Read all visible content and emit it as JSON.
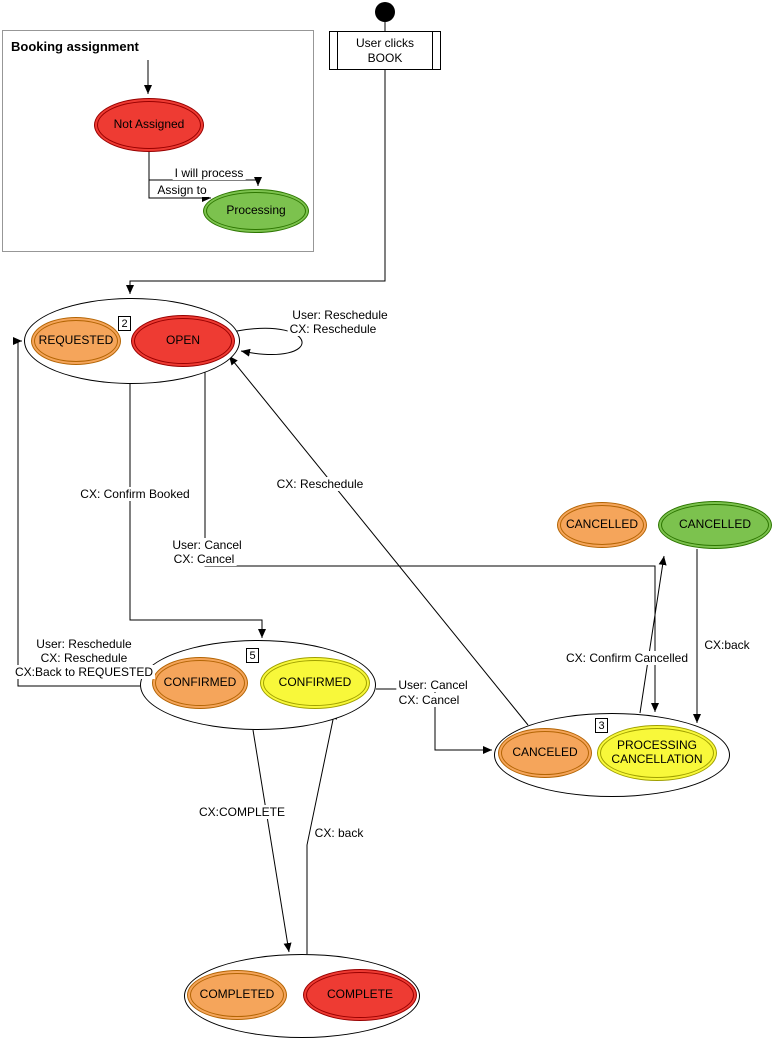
{
  "diagram": {
    "booking_assignment": {
      "title": "Booking assignment",
      "not_assigned": "Not Assigned",
      "processing": "Processing",
      "label_i_will_process": "I will process",
      "label_assign_to": "Assign to"
    },
    "start_action": {
      "line1": "User clicks",
      "line2": "BOOK"
    },
    "requested_open": {
      "badge": "2",
      "requested": "REQUESTED",
      "open": "OPEN"
    },
    "confirmed": {
      "badge": "5",
      "confirmed_left": "CONFIRMED",
      "confirmed_right": "CONFIRMED"
    },
    "canceled": {
      "badge": "3",
      "canceled": "CANCELED",
      "processing_cancellation_line1": "PROCESSING",
      "processing_cancellation_line2": "CANCELLATION"
    },
    "completed": {
      "completed": "COMPLETED",
      "complete": "COMPLETE"
    },
    "cancelled_orange": "CANCELLED",
    "cancelled_green": "CANCELLED",
    "labels": {
      "loop_user_reschedule": "User: Reschedule",
      "loop_cx_reschedule": "CX: Reschedule",
      "cx_confirm_booked": "CX: Confirm Booked",
      "open_user_cancel": "User: Cancel",
      "open_cx_cancel": "CX: Cancel",
      "cx_reschedule_diag": "CX: Reschedule",
      "left_user_reschedule": "User: Reschedule",
      "left_cx_reschedule": "CX: Reschedule",
      "left_cx_back_to_requested": "CX:Back to REQUESTED",
      "conf_user_cancel": "User: Cancel",
      "conf_cx_cancel": "CX: Cancel",
      "cx_confirm_cancelled": "CX: Confirm Cancelled",
      "cx_back_right": "CX:back",
      "cx_complete": "CX:COMPLETE",
      "cx_back_bottom": "CX: back"
    },
    "colors": {
      "red": "#ee3b33",
      "red-border": "#990000",
      "orange": "#f5a55b",
      "orange-border": "#b46504",
      "green": "#7cc24e",
      "green-border": "#2d7600",
      "yellow": "#f8f83a",
      "yellow-border": "#a0a000"
    }
  }
}
